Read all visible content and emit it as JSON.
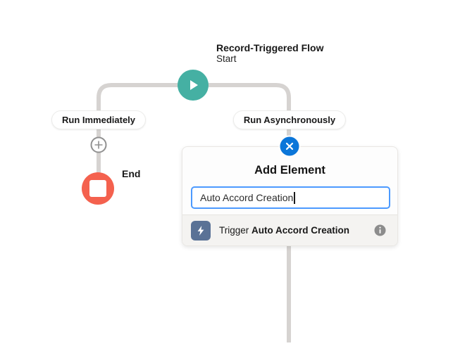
{
  "flow": {
    "start": {
      "title": "Record-Triggered Flow",
      "subtitle": "Start"
    },
    "branch_left": {
      "label": "Run Immediately"
    },
    "branch_right": {
      "label": "Run Asynchronously"
    },
    "end": {
      "label": "End"
    }
  },
  "popup": {
    "title": "Add Element",
    "search": {
      "value": "Auto Accord Creation"
    },
    "result": {
      "type_label": "Trigger",
      "name": "Auto Accord Creation"
    }
  },
  "icons": {
    "start": "play-icon",
    "add": "plus-icon",
    "end": "stop-icon",
    "close": "close-icon",
    "result": "lightning-icon",
    "info": "info-icon"
  },
  "colors": {
    "start_node": "#45b0a3",
    "end_node": "#f4614e",
    "close_button": "#0b76d9",
    "input_focus_border": "#4c9aff",
    "trigger_icon_bg": "#5a7296",
    "connector": "#d6d3d1",
    "result_row_bg": "#f4f3f1"
  }
}
